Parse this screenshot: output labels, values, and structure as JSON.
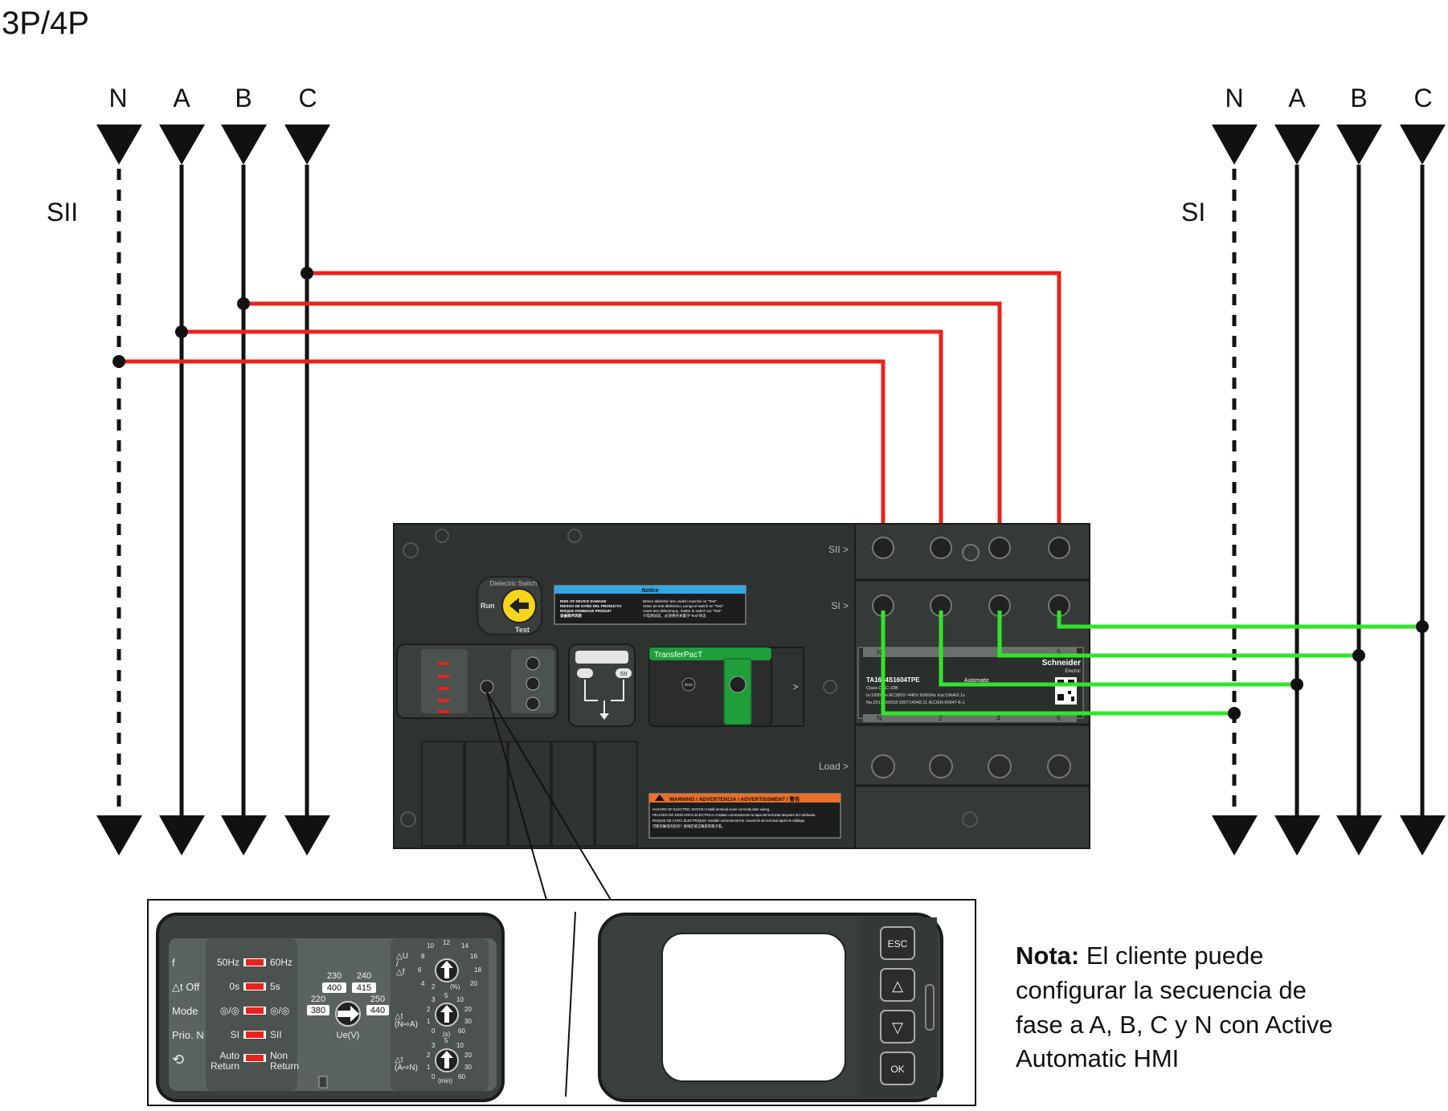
{
  "title": "3P/4P",
  "left_source": {
    "label": "SII",
    "phases": [
      "N",
      "A",
      "B",
      "C"
    ]
  },
  "right_source": {
    "label": "SI",
    "phases": [
      "N",
      "A",
      "B",
      "C"
    ]
  },
  "device": {
    "dielectric_title": "Dielectric Switch",
    "run_label": "Run",
    "test_label": "Test",
    "notice_title": "Notice",
    "notice_lines": [
      "RISK OF DEVICE DAMAGE",
      "RIESGO DE DAÑO DEL PRODUCTO",
      "RISQUE DOMMAGE PRODUIT",
      "设备损坏风险"
    ],
    "notice_lines_right": [
      "Before dielectric test, switch must be on \"Test\".",
      "Antes de test dieléctrico, ponga el switch en \"Test\".",
      "Avant test diélectrique, mettre le switch sur \"Test\".",
      "介电测试前，必须将开关置于“Test”状态"
    ],
    "sii_port": "SII  >",
    "si_port": "SI  >",
    "load_port": "Load  >",
    "transfer_brand": "TransferPacT",
    "auto_label": "Auto",
    "chevron": ">",
    "brand": "Schneider",
    "brand_sub": "Electric",
    "model": "TA1604S1604TPE",
    "mode": "Automatic",
    "spec_lines": [
      "Class   C   AC-33B",
      "Ie:1600   Ue:AC380V~440V   50/60Hz   Icw:10kA/0.1s",
      "No.2012050018   GB/T14048.11   IEC/EN 60947-6-1"
    ],
    "terminal_top": [
      "N",
      "1",
      "",
      "5"
    ],
    "terminal_bottom": [
      "N",
      "2",
      "4",
      "6"
    ],
    "warning_title": "WARNING / ADVERTENCIA / ADVERTISSMENT / 警告",
    "warning_lines": [
      "HAZARD OF ELECTRIC SHOCK! Install terminal cover correctly after wiring.",
      "PELIGRO DE DESCARGA ELÉCTRICA! Instalar correctamente la tapa del terminal después del cableado.",
      "RISQUE DE CHOC ÉLECTRIQUE! Installer correctement le couvercle du terminal après le câblage.",
      "可能有触电的危险！接线后请正确安装端子盖。"
    ],
    "sii_tag": "SII"
  },
  "zoom_panel": {
    "rows": [
      {
        "name": "f",
        "left": "50Hz",
        "right": "60Hz"
      },
      {
        "name": "△t Off",
        "left": "0s",
        "right": "5s"
      },
      {
        "name": "Mode",
        "left": "◎/◎",
        "right": "◎/◎"
      },
      {
        "name": "Prio. N",
        "left": "SI",
        "right": "SII"
      },
      {
        "name": "⟲",
        "left": "Auto\nReturn",
        "right": "Non\nReturn"
      }
    ],
    "voltage_values": [
      "230",
      "240",
      "400",
      "415",
      "220",
      "250",
      "380",
      "440"
    ],
    "voltage_label": "Ue(V)",
    "dial1_label": "△U\n/\n△f",
    "dial1_scale": [
      "10",
      "12",
      "14",
      "8",
      "16",
      "6",
      "18",
      "4",
      "20",
      "2",
      "(%)"
    ],
    "dial2_label": "△t\n(N⇨A)",
    "dial2_scale": [
      "5",
      "3",
      "10",
      "2",
      "20",
      "1",
      "30",
      "0",
      "60",
      "(s)"
    ],
    "dial3_label": "△t\n(A⇨N)",
    "dial3_scale": [
      "5",
      "3",
      "10",
      "2",
      "20",
      "1",
      "30",
      "0",
      "60",
      "(min)"
    ]
  },
  "hmi": {
    "buttons": [
      "ESC",
      "△",
      "▽",
      "OK"
    ]
  },
  "note": {
    "bold": "Nota:",
    "text_lines": [
      " El cliente puede",
      "configurar la secuencia de",
      "fase a A, B, C y N con Active",
      "Automatic HMI"
    ]
  }
}
